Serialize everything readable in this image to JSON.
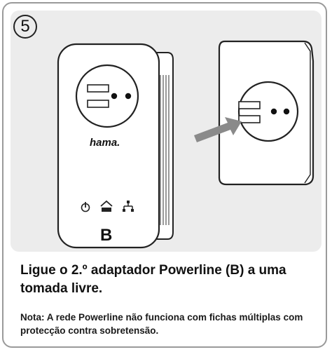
{
  "step": {
    "number": "5"
  },
  "device": {
    "brand": "hama.",
    "label": "B"
  },
  "instruction": {
    "main": "Ligue o 2.º adaptador Powerline (B) a uma tomada livre."
  },
  "note": {
    "text": "Nota: A rede Powerline não funciona com fichas múltiplas com protecção contra sobretensão."
  },
  "colors": {
    "panel": "#ececec",
    "border": "#9a9a9a",
    "arrow": "#8a8a8a",
    "ink": "#111111"
  },
  "icons": [
    "power-icon",
    "home-icon",
    "network-icon",
    "arrow-right-icon"
  ]
}
